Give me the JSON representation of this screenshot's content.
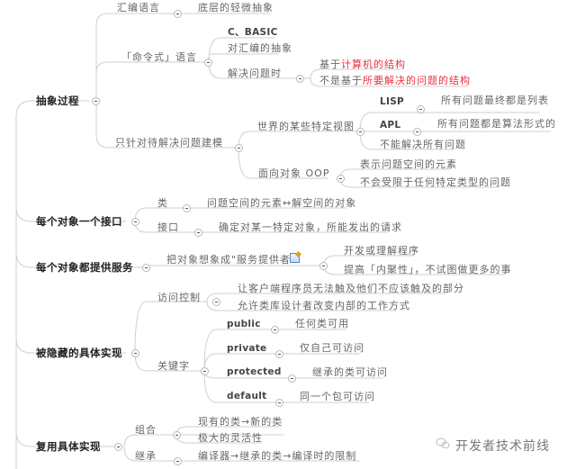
{
  "mindmap": {
    "roots": [
      {
        "label": "抽象过程",
        "children": [
          {
            "label": "汇编语言",
            "children": [
              {
                "label": "底层的轻微抽象"
              }
            ]
          },
          {
            "label": "「命令式」语言",
            "children": [
              {
                "label": "C、BASIC"
              },
              {
                "label": "对汇编的抽象"
              },
              {
                "label": "解决问题时",
                "children": [
                  {
                    "label_prefix": "基于",
                    "label_highlight": "计算机的结构"
                  },
                  {
                    "label_prefix": "不是基于",
                    "label_highlight": "所要解决的问题的结构"
                  }
                ]
              }
            ]
          },
          {
            "label": "只针对待解决问题建模",
            "children": [
              {
                "label": "世界的某些特定视图",
                "children": [
                  {
                    "label": "LISP",
                    "children": [
                      {
                        "label": "所有问题最终都是列表"
                      }
                    ]
                  },
                  {
                    "label": "APL",
                    "children": [
                      {
                        "label": "所有问题都是算法形式的"
                      }
                    ]
                  },
                  {
                    "label": "不能解决所有问题"
                  }
                ]
              },
              {
                "label": "面向对象 OOP",
                "children": [
                  {
                    "label": "表示问题空间的元素"
                  },
                  {
                    "label": "不会受限于任何特定类型的问题"
                  }
                ]
              }
            ]
          }
        ]
      },
      {
        "label": "每个对象一个接口",
        "children": [
          {
            "label": "类",
            "children": [
              {
                "label": "问题空间的元素↔解空间的对象"
              }
            ]
          },
          {
            "label": "接口",
            "children": [
              {
                "label": "确定对某一特定对象，所能发出的请求"
              }
            ]
          }
        ]
      },
      {
        "label": "每个对象都提供服务",
        "children": [
          {
            "label": "把对象想象成\"服务提供者\"",
            "icon": "note-icon",
            "children": [
              {
                "label": "开发或理解程序"
              },
              {
                "label": "提高「内聚性」，不试图做更多的事"
              }
            ]
          }
        ]
      },
      {
        "label": "被隐藏的具体实现",
        "children": [
          {
            "label": "访问控制",
            "children": [
              {
                "label": "让客户端程序员无法触及他们不应该触及的部分"
              },
              {
                "label": "允许类库设计者改变内部的工作方式"
              }
            ]
          },
          {
            "label": "关键字",
            "children": [
              {
                "label": "public",
                "children": [
                  {
                    "label": "任何类可用"
                  }
                ]
              },
              {
                "label": "private",
                "children": [
                  {
                    "label": "仅自己可访问"
                  }
                ]
              },
              {
                "label": "protected",
                "children": [
                  {
                    "label": "继承的类可访问"
                  }
                ]
              },
              {
                "label": "default",
                "children": [
                  {
                    "label": "同一个包可访问"
                  }
                ]
              }
            ]
          }
        ]
      },
      {
        "label": "复用具体实现",
        "children": [
          {
            "label": "组合",
            "children": [
              {
                "label": "现有的类→新的类"
              },
              {
                "label": "极大的灵活性"
              }
            ]
          },
          {
            "label": "继承",
            "children": [
              {
                "label": "编译器→继承的类→编译时的限制"
              }
            ]
          }
        ]
      }
    ]
  },
  "colors": {
    "line": "#c9c9c9",
    "text": "#666666",
    "root_text": "#222222",
    "highlight": "#e8303f"
  },
  "watermark": {
    "label": "开发者技术前线",
    "icon": "wechat-icon"
  }
}
